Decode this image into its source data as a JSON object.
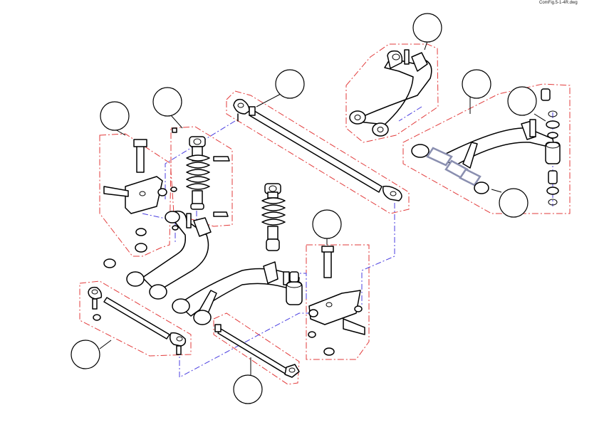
{
  "figure": {
    "file_label": "ComFig.5-1-4R.dwg"
  },
  "colors": {
    "assembly_outline": "#e23b3b",
    "install_path": "#4a3ee0",
    "line_art": "#000000",
    "background": "#ffffff"
  },
  "callouts": [
    {
      "id": "callout-top-right-arm",
      "label": ""
    },
    {
      "id": "callout-tie-rod-upper",
      "label": ""
    },
    {
      "id": "callout-shock-left",
      "label": ""
    },
    {
      "id": "callout-spindle-left",
      "label": ""
    },
    {
      "id": "callout-lower-arm-right",
      "label": ""
    },
    {
      "id": "callout-lower-arm-bushing",
      "label": ""
    },
    {
      "id": "callout-bushing-set",
      "label": ""
    },
    {
      "id": "callout-spindle-right",
      "label": ""
    },
    {
      "id": "callout-tie-rod-lower",
      "label": ""
    },
    {
      "id": "callout-bolt",
      "label": ""
    }
  ]
}
